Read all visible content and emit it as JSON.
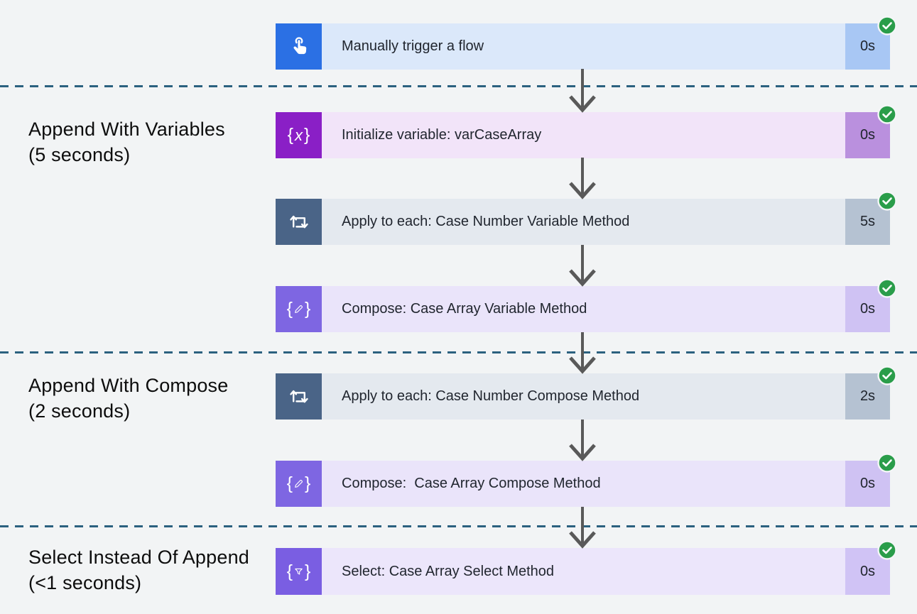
{
  "page": {
    "background_color": "#f2f4f5",
    "separator_color": "#2b617f",
    "arrow_color": "#595959",
    "check_color": "#2a9d4a"
  },
  "sections": [
    {
      "line1": "Append With Variables",
      "line2": "(5 seconds)"
    },
    {
      "line1": "Append With Compose",
      "line2": "(2 seconds)"
    },
    {
      "line1": "Select Instead Of Append",
      "line2": "(<1 seconds)"
    }
  ],
  "steps": [
    {
      "title": "Manually trigger a flow",
      "duration": "0s",
      "type": "trigger",
      "icon": "hand-tap-icon",
      "status": "succeeded",
      "icon_color": "#2b70e4",
      "body_color": "#dbe8fa",
      "duration_color": "#a8c7f4"
    },
    {
      "title": "Initialize variable: varCaseArray",
      "duration": "0s",
      "type": "variable",
      "icon": "braces-x-variable-icon",
      "status": "succeeded",
      "icon_color": "#8a1fc6",
      "body_color": "#f2e4f9",
      "duration_color": "#ba90de"
    },
    {
      "title": "Apply to each: Case Number Variable Method",
      "duration": "5s",
      "type": "loop",
      "icon": "loop-repeat-icon",
      "status": "succeeded",
      "icon_color": "#4a6487",
      "body_color": "#e4e9ef",
      "duration_color": "#b5c2d2"
    },
    {
      "title": "Compose: Case Array Variable Method",
      "duration": "0s",
      "type": "compose",
      "icon": "braces-pencil-compose-icon",
      "status": "succeeded",
      "icon_color": "#7e66e2",
      "body_color": "#eae4fa",
      "duration_color": "#cfc2f3"
    },
    {
      "title": "Apply to each: Case Number Compose Method",
      "duration": "2s",
      "type": "loop",
      "icon": "loop-repeat-icon",
      "status": "succeeded",
      "icon_color": "#4a6487",
      "body_color": "#e4e9ef",
      "duration_color": "#b5c2d2"
    },
    {
      "title": "Compose:  Case Array Compose Method",
      "duration": "0s",
      "type": "compose",
      "icon": "braces-pencil-compose-icon",
      "status": "succeeded",
      "icon_color": "#7e66e2",
      "body_color": "#eae4fa",
      "duration_color": "#cfc2f3"
    },
    {
      "title": "Select: Case Array Select Method",
      "duration": "0s",
      "type": "select",
      "icon": "braces-funnel-select-icon",
      "status": "succeeded",
      "icon_color": "#7a5ee2",
      "body_color": "#ece6fb",
      "duration_color": "#d0c3f5"
    }
  ],
  "glyphs": {
    "brace_open": "{",
    "brace_close": "}",
    "variable_x": "x"
  }
}
